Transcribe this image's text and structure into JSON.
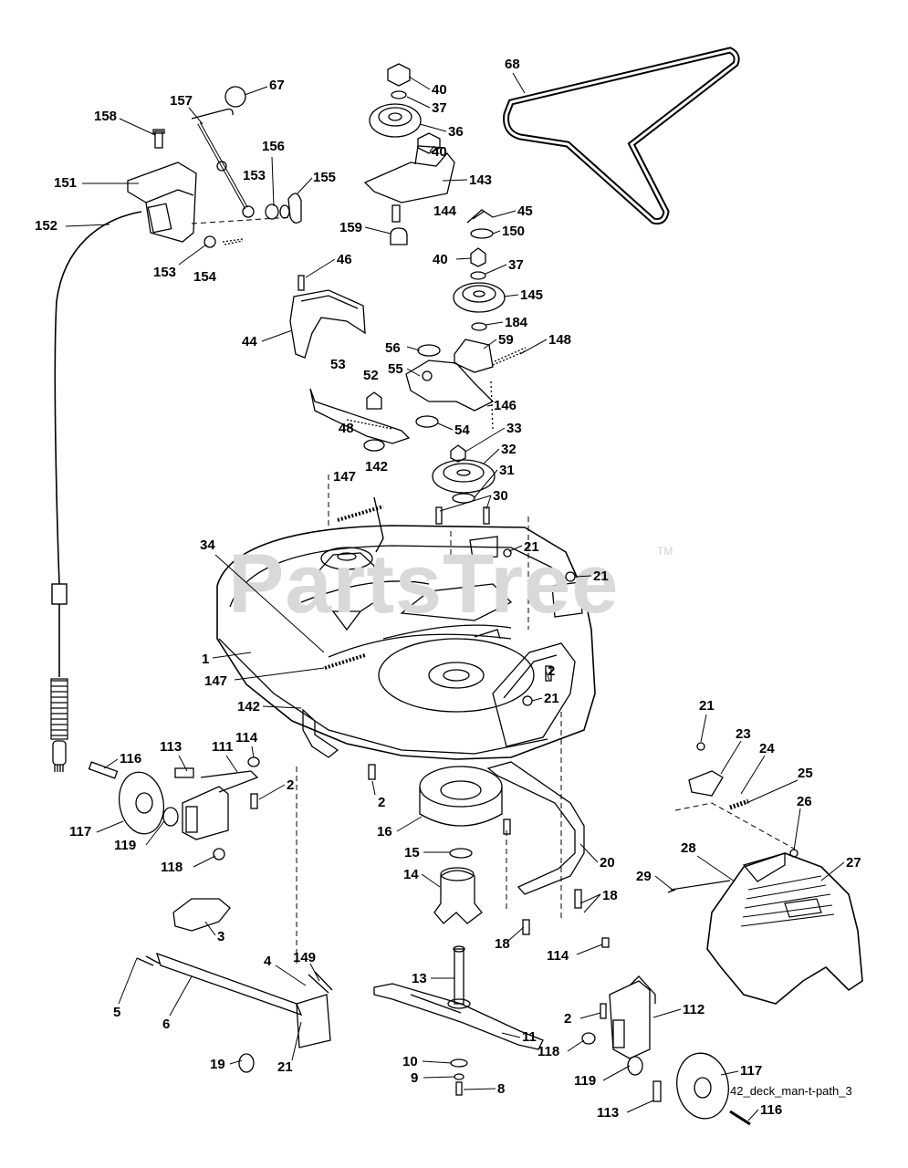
{
  "diagram": {
    "caption": "42_deck_man-t-path_3",
    "watermark": "PartsTree",
    "watermark_tm": "TM",
    "callouts": {
      "c68": "68",
      "c67": "67",
      "c157": "157",
      "c158": "158",
      "c156": "156",
      "c151": "151",
      "c153a": "153",
      "c155": "155",
      "c152": "152",
      "c153b": "153",
      "c154": "154",
      "c40a": "40",
      "c37a": "37",
      "c36": "36",
      "c40b": "40",
      "c143": "143",
      "c144": "144",
      "c159": "159",
      "c45": "45",
      "c150": "150",
      "c40c": "40",
      "c37b": "37",
      "c145": "145",
      "c184": "184",
      "c46": "46",
      "c44": "44",
      "c56": "56",
      "c59": "59",
      "c148": "148",
      "c55": "55",
      "c53": "53",
      "c52": "52",
      "c146": "146",
      "c48": "48",
      "c54": "54",
      "c33": "33",
      "c32": "32",
      "c31": "31",
      "c30": "30",
      "c147a": "147",
      "c142a": "142",
      "c21a": "21",
      "c21b": "21",
      "c34": "34",
      "c1": "1",
      "c2a": "2",
      "c21c": "21",
      "c147b": "147",
      "c142b": "142",
      "c21d": "21",
      "c23": "23",
      "c24": "24",
      "c25": "25",
      "c26": "26",
      "c116a": "116",
      "c113a": "113",
      "c111": "111",
      "c114a": "114",
      "c2b": "2",
      "c2c": "2",
      "c16": "16",
      "c117a": "117",
      "c119a": "119",
      "c118a": "118",
      "c15": "15",
      "c14": "14",
      "c20": "20",
      "c28": "28",
      "c27": "27",
      "c29": "29",
      "c18a": "18",
      "c18b": "18",
      "c3": "3",
      "c114b": "114",
      "c4": "4",
      "c149": "149",
      "c13": "13",
      "c5": "5",
      "c6": "6",
      "c11": "11",
      "c112": "112",
      "c2d": "2",
      "c118b": "118",
      "c19": "19",
      "c21e": "21",
      "c10": "10",
      "c9": "9",
      "c8": "8",
      "c119b": "119",
      "c117b": "117",
      "c113b": "113",
      "c116b": "116"
    }
  }
}
